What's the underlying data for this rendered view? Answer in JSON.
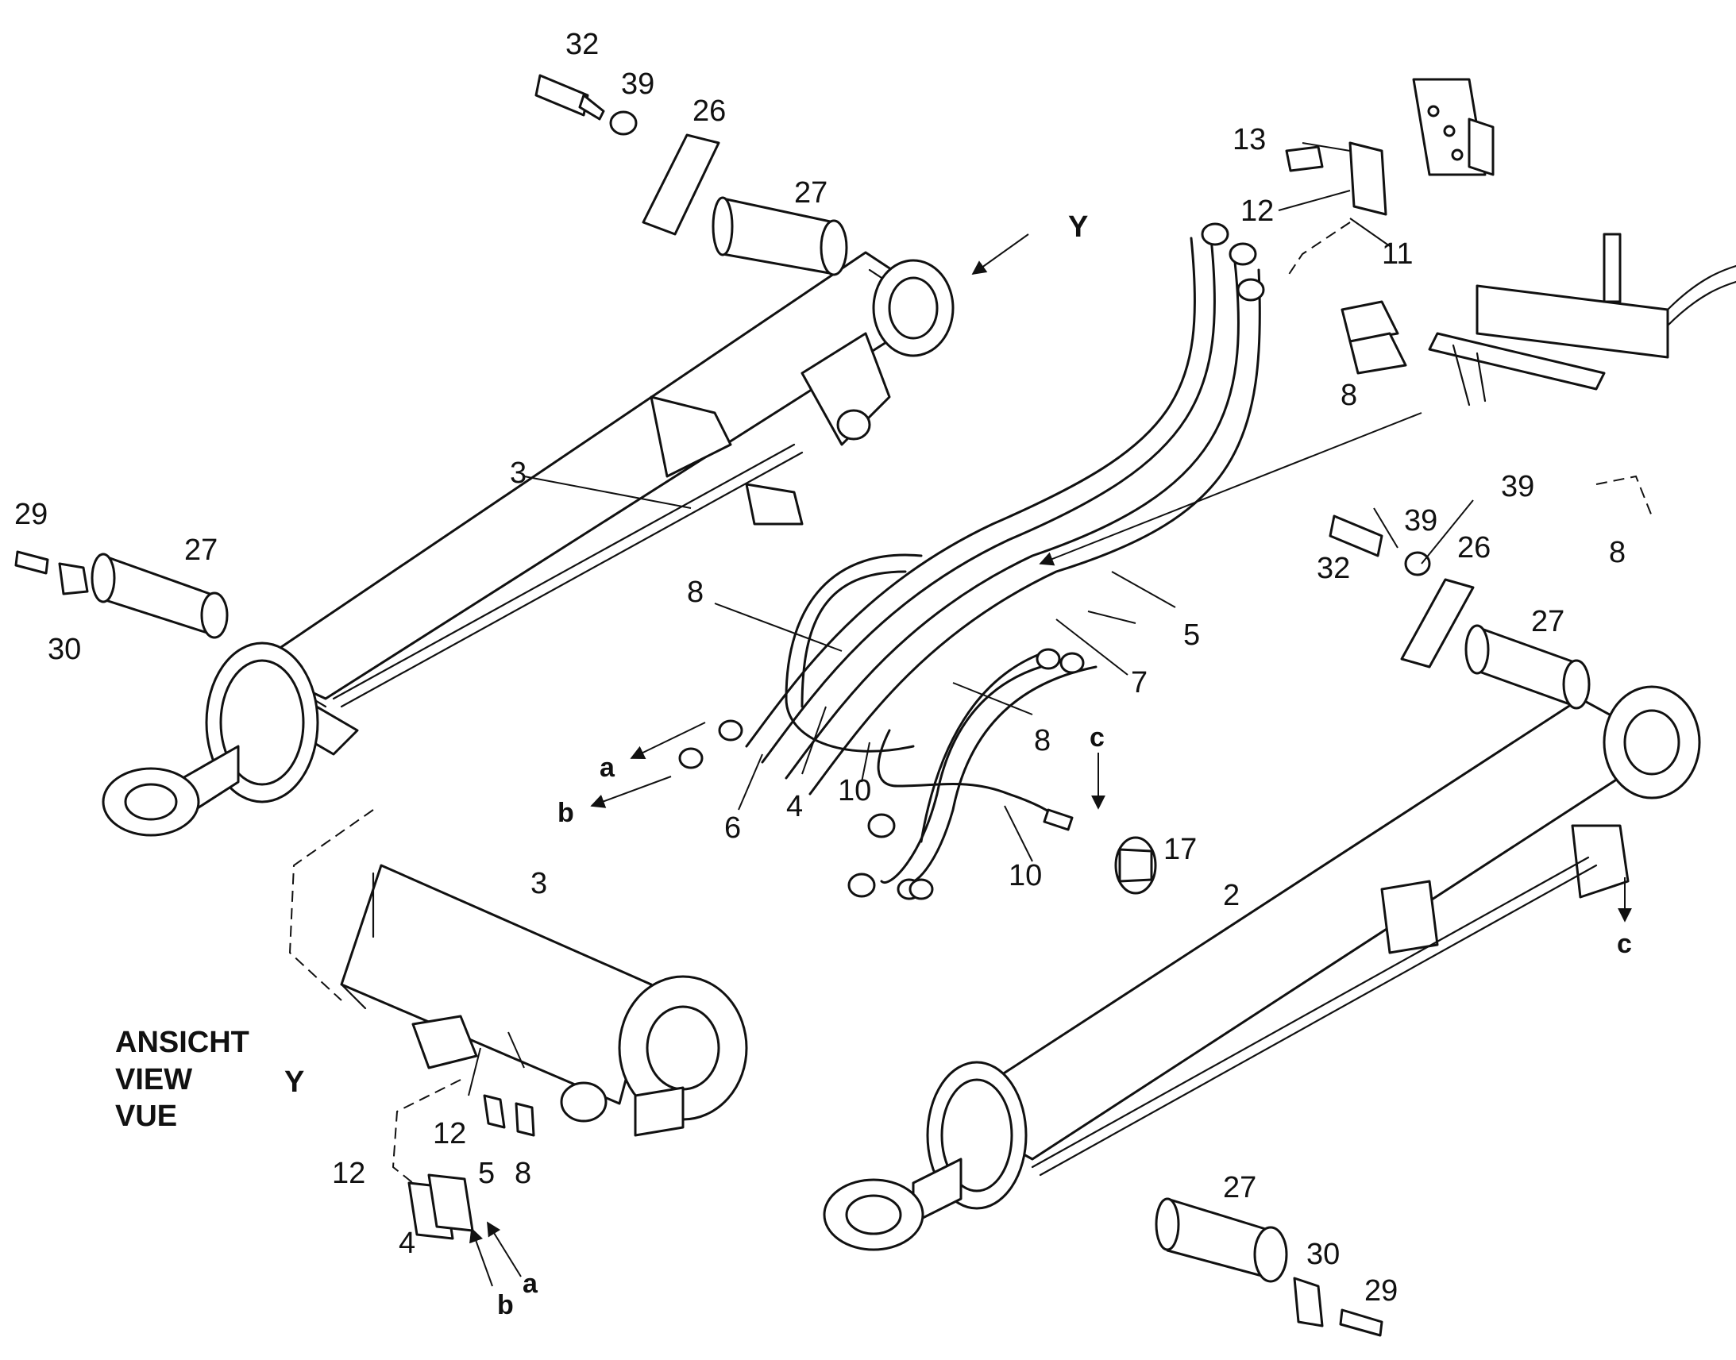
{
  "callouts": {
    "n32a": "32",
    "n39a": "39",
    "n26a": "26",
    "n27a": "27",
    "n3a": "3",
    "n29a": "29",
    "n27b": "27",
    "n30a": "30",
    "n13": "13",
    "n12a": "12",
    "n11": "11",
    "n8a": "8",
    "n39b": "39",
    "n8b": "8",
    "n32b": "32",
    "n39c": "39",
    "n26b": "26",
    "n27c": "27",
    "n8c": "8",
    "n5a": "5",
    "n7": "7",
    "n8d": "8",
    "n4a": "4",
    "n6": "6",
    "n10a": "10",
    "n10b": "10",
    "n17": "17",
    "n3b": "3",
    "n2": "2",
    "n12b": "12",
    "n12c": "12",
    "n5b": "5",
    "n8e": "8",
    "n4b": "4",
    "n27d": "27",
    "n30b": "30",
    "n29b": "29"
  },
  "port_letters": {
    "a1": "a",
    "b1": "b",
    "c1": "c",
    "c2": "c",
    "a2": "a",
    "b2": "b"
  },
  "view_marker": {
    "y1": "Y",
    "y2": "Y"
  },
  "view_caption": {
    "line1": "ANSICHT",
    "line2": "VIEW",
    "line3": "VUE"
  }
}
